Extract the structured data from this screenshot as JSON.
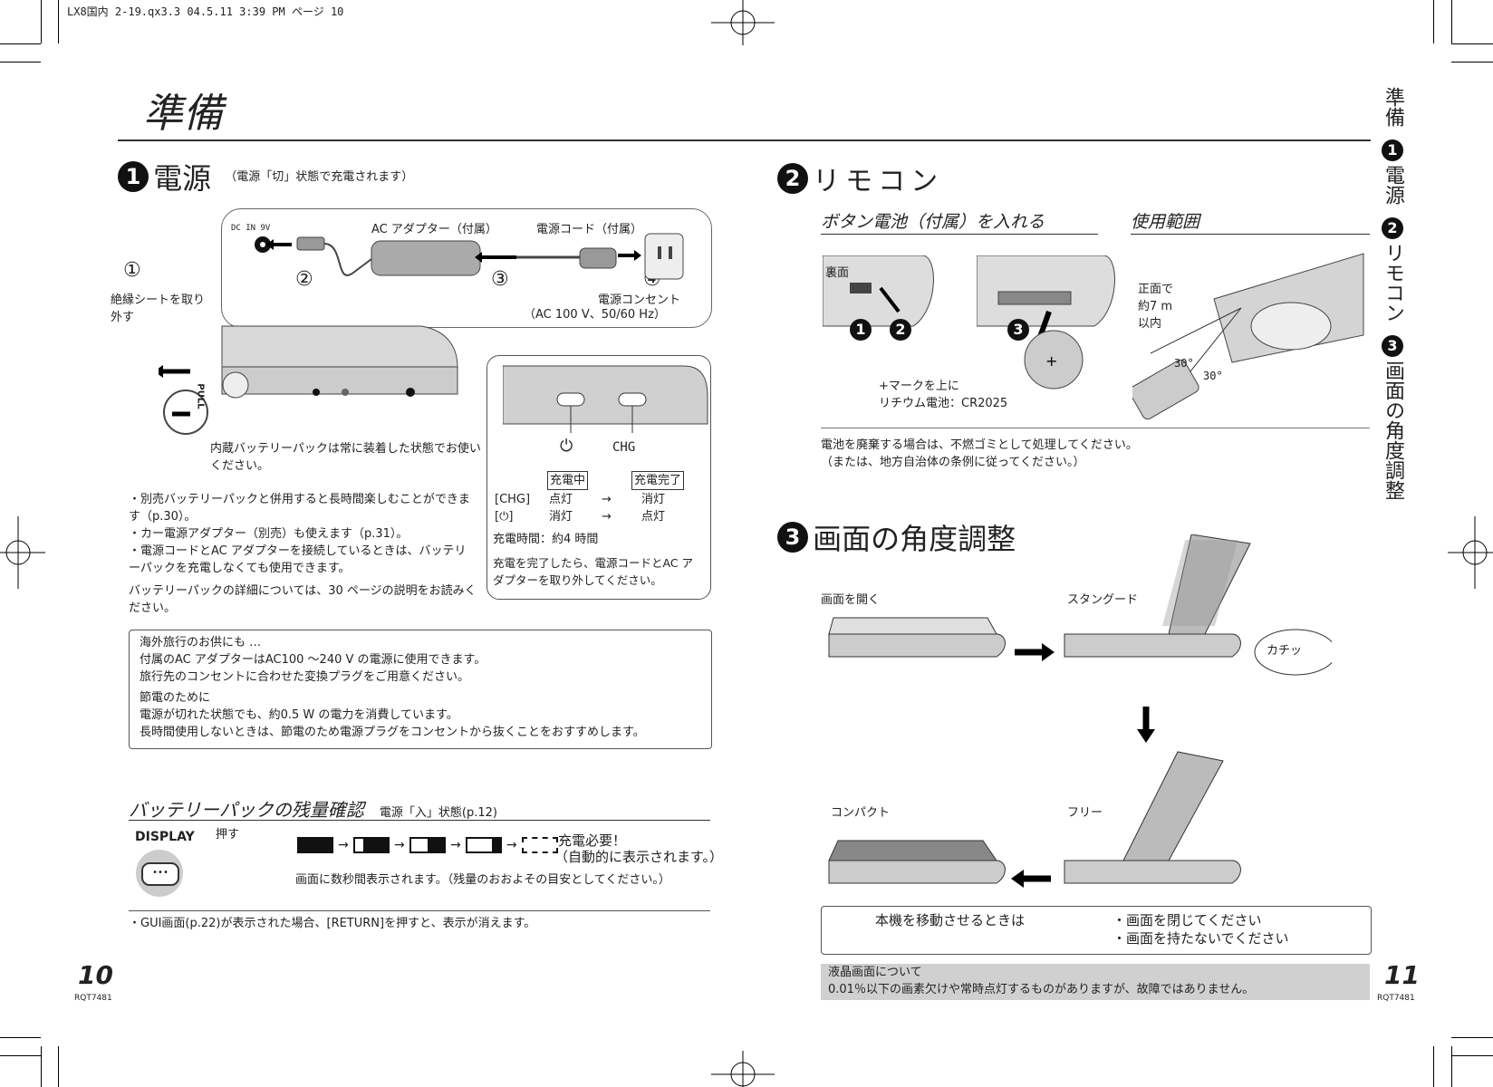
{
  "header": {
    "file_info": "LX8国内 2-19.qx3.3  04.5.11 3:39 PM  ページ 10"
  },
  "page_title": "準備",
  "side_tab": {
    "title": "準備",
    "items": [
      {
        "num": "1",
        "label": "電源"
      },
      {
        "num": "2",
        "label": "リモコン"
      },
      {
        "num": "3",
        "label": "画面の角度調整"
      }
    ]
  },
  "power": {
    "num": "1",
    "title": "電源",
    "subtitle": "（電源「切」状態で充電されます）",
    "dc_label": "DC IN 9V",
    "ac_adapter": "AC アダプター（付属）",
    "power_cord": "電源コード（付属）",
    "outlet": "電源コンセント",
    "outlet_spec": "（AC 100 V、50/60 Hz）",
    "steps": [
      "①",
      "②",
      "③",
      "④"
    ],
    "insulation_note": "絶縁シートを取り外す",
    "pull_label": "PULL",
    "battery_note": "内蔵バッテリーパックは常に装着した状態でお使いください。",
    "bullets": [
      "・別売バッテリーパックと併用すると長時間楽しむことができます（p.30）。",
      "・カー電源アダプター（別売）も使えます（p.31）。",
      "・電源コードとAC アダプターを接続しているときは、バッテリーパックを充電しなくても使用できます。"
    ],
    "detail_note": "バッテリーパックの詳細については、30 ページの説明をお読みください。",
    "indicator": {
      "power_symbol": "⏻",
      "chg_label": "CHG",
      "col_charging": "充電中",
      "col_complete": "充電完了",
      "rows": [
        {
          "label": "[CHG]",
          "charging": "点灯",
          "arrow": "→",
          "complete": "消灯"
        },
        {
          "label": "[⏻]",
          "charging": "消灯",
          "arrow": "→",
          "complete": "点灯"
        }
      ],
      "charge_time": "充電時間：約4 時間",
      "after_note": "充電を完了したら、電源コードとAC アダプターを取り外してください。"
    },
    "travel_box": [
      "海外旅行のお供にも …",
      "付属のAC アダプターはAC100 ～240 V の電源に使用できます。",
      "旅行先のコンセントに合わせた変換プラグをご用意ください。",
      "節電のために",
      "電源が切れた状態でも、約0.5 W の電力を消費しています。",
      "長時間使用しないときは、節電のため電源プラグをコンセントから抜くことをおすすめします。"
    ]
  },
  "battery_check": {
    "title": "バッテリーパックの残量確認",
    "condition": "電源「入」状態(p.12)",
    "display_label": "DISPLAY",
    "press": "押す",
    "display_button": "•••",
    "levels": [
      4,
      3,
      2,
      1,
      0
    ],
    "needed": "充電必要！",
    "auto_note": "（自動的に表示されます。）",
    "seconds_note": "画面に数秒間表示されます。（残量のおおよその目安としてください。）",
    "gui_note": "・GUI画面(p.22)が表示された場合、[RETURN]を押すと、表示が消えます。"
  },
  "remote": {
    "num": "2",
    "title": "リモコン",
    "battery_heading": "ボタン電池（付属）を入れる",
    "range_heading": "使用範囲",
    "back_label": "裏面",
    "step_nums": [
      "1",
      "2",
      "3"
    ],
    "plus_note": "+マークを上に",
    "battery_type": "リチウム電池：CR2025",
    "range_note": "正面で約7 m以内",
    "angle": "30°",
    "disposal": [
      "電池を廃棄する場合は、不燃ゴミとして処理してください。",
      "（または、地方自治体の条例に従ってください。）"
    ]
  },
  "screen": {
    "num": "3",
    "title": "画面の角度調整",
    "open": "画面を開く",
    "stand": "スタングード",
    "click": "カチッ",
    "compact": "コンパクト",
    "free": "フリー",
    "move_title": "本機を移動させるときは",
    "move_items": [
      "・画面を閉じてください",
      "・画面を持たないでください"
    ],
    "lcd_title": "液晶画面について",
    "lcd_note": "0.01％以下の画素欠けや常時点灯するものがありますが、故障ではありません。"
  },
  "footer": {
    "left_page": "10",
    "right_page": "11",
    "left_code": "RQT7481",
    "right_code": "RQT7481"
  }
}
